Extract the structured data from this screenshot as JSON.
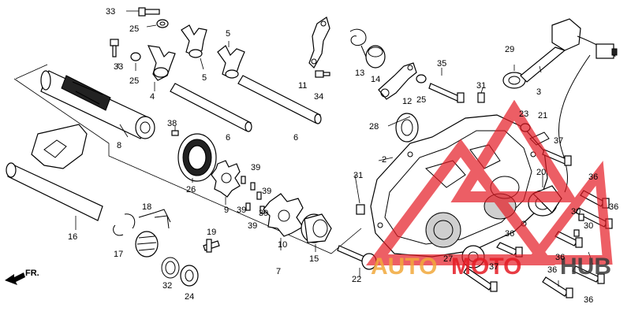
{
  "watermark": {
    "word_a": "AUTO",
    "word_b": "MOTO",
    "word_c": "HUB",
    "color_a": "#f2a93b",
    "color_b": "#e51b24",
    "color_c": "#3a3a3a",
    "logo_color": "#e51b24"
  },
  "direction": {
    "label": "FR."
  },
  "labels": {
    "l33a": "33",
    "l25a": "25",
    "l33b": "33",
    "l25b": "25",
    "l4": "4",
    "l5a": "5",
    "l5b": "5",
    "l6a": "6",
    "l6b": "6",
    "l8": "8",
    "l38": "38",
    "l26": "26",
    "l9": "9",
    "l39a": "39",
    "l39b": "39",
    "l39c": "39",
    "l39d": "39",
    "l39e": "39",
    "l10": "10",
    "l15": "15",
    "l7": "7",
    "l16": "16",
    "l17": "17",
    "l18": "18",
    "l19": "19",
    "l32": "32",
    "l24": "24",
    "l11": "11",
    "l34": "34",
    "l13": "13",
    "l14": "14",
    "l12": "12",
    "l25c": "25",
    "l35": "35",
    "l28": "28",
    "l2": "2",
    "l31a": "31",
    "l31b": "31",
    "l22": "22",
    "l23": "23",
    "l21": "21",
    "l37a": "37",
    "l37b": "37",
    "l20": "20",
    "l29": "29",
    "l3": "3",
    "l36a": "36",
    "l36b": "36",
    "l36c": "36",
    "l36d": "36",
    "l36e": "36",
    "l36f": "36",
    "l30a": "30",
    "l30b": "30",
    "l27": "27"
  }
}
